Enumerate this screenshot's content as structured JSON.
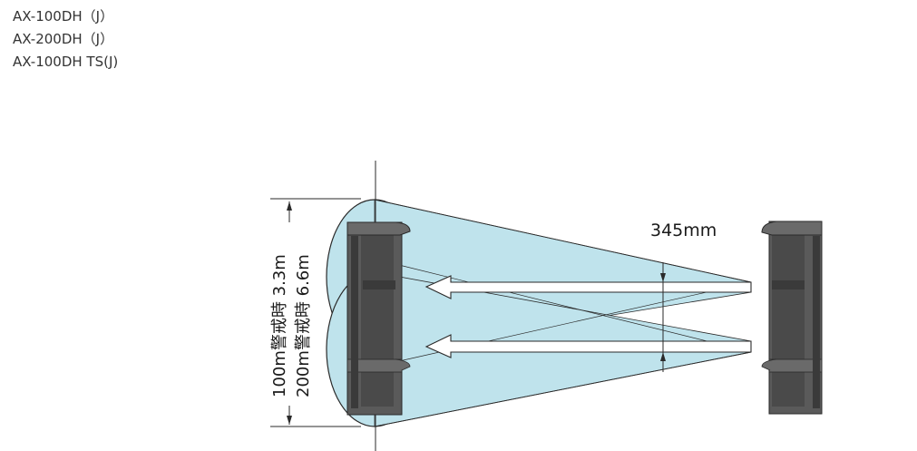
{
  "models": [
    "AX-100DH（J）",
    "AX-200DH（J）",
    "AX-100DH TS(J)"
  ],
  "diagram": {
    "spacing_label": "345mm",
    "range_label_100m": "100m警戒時 3.3m",
    "range_label_200m": "200m警戒時 6.6m",
    "colors": {
      "beam_fill": "#bfe3ec",
      "beam_stroke": "#2a2a2a",
      "device_body": "#5a5a5a",
      "device_dark": "#3a3a3a",
      "arrow_fill": "#ffffff"
    }
  }
}
